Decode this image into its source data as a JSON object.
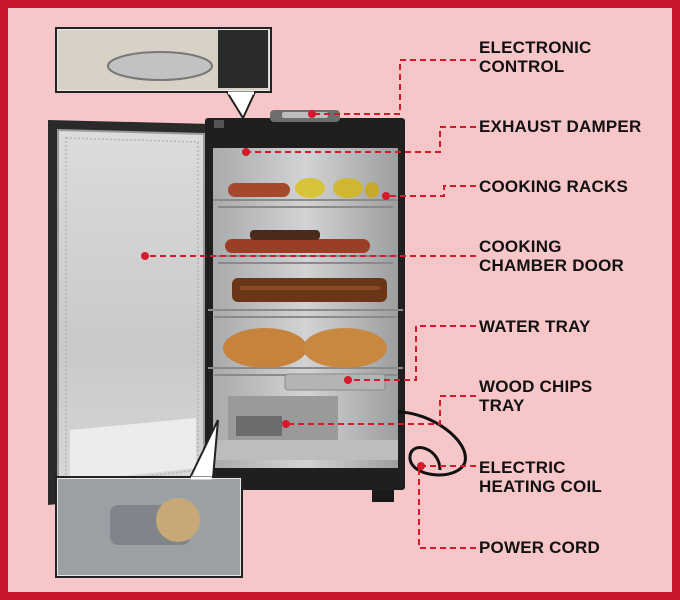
{
  "labels": {
    "electronic_control": "ELECTRONIC\nCONTROL",
    "exhaust_damper": "EXHAUST DAMPER",
    "cooking_racks": "COOKING RACKS",
    "cooking_chamber_door": "COOKING\nCHAMBER DOOR",
    "water_tray": "WATER TRAY",
    "wood_chips_tray": "WOOD CHIPS\nTRAY",
    "electric_heating_coil": "ELECTRIC\nHEATING COIL",
    "power_cord": "POWER CORD"
  },
  "colors": {
    "background": "#f6c6c8",
    "border": "#c8162c",
    "callout_line": "#d61a2c",
    "text": "#111111"
  }
}
